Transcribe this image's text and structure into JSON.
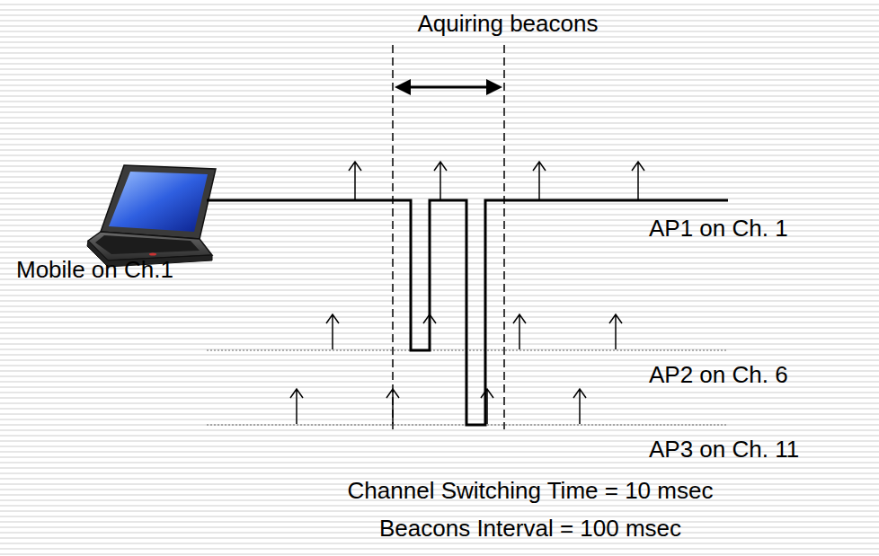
{
  "diagram": {
    "labels": [
      "Aquiring beacons",
      "Mobile on Ch.1",
      "AP1 on Ch. 1",
      "AP2 on Ch. 6",
      "AP3 on Ch. 11",
      "Channel Switching Time = 10 msec",
      "Beacons Interval = 100 msec"
    ]
  }
}
